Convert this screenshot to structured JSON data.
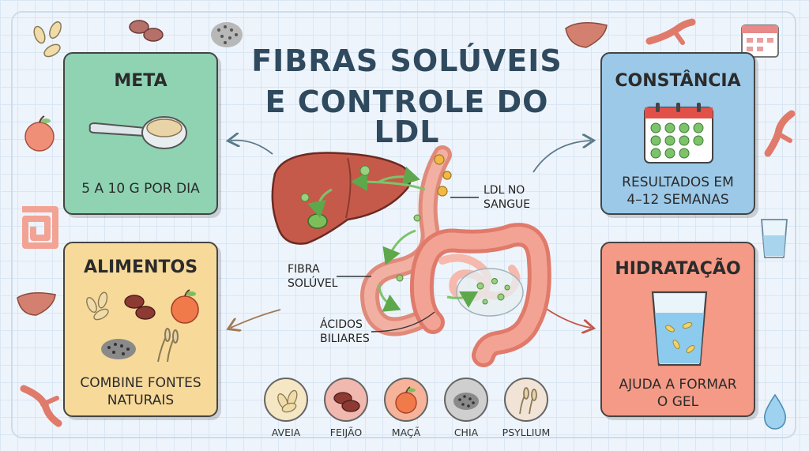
{
  "title": {
    "line1": "FIBRAS SOLÚVEIS",
    "line2": "E CONTROLE DO LDL"
  },
  "cards": {
    "meta": {
      "heading": "META",
      "text": "5 A 10 G POR DIA"
    },
    "alimentos": {
      "heading": "ALIMENTOS",
      "text1": "COMBINE FONTES",
      "text2": "NATURAIS"
    },
    "constancia": {
      "heading": "CONSTÂNCIA",
      "text1": "RESULTADOS EM",
      "text2": "4–12 SEMANAS"
    },
    "hidratacao": {
      "heading": "HIDRATAÇÃO",
      "text1": "AJUDA A FORMAR",
      "text2": "O GEL"
    }
  },
  "labels": {
    "ldl": {
      "line1": "LDL NO",
      "line2": "SANGUE"
    },
    "fibra": {
      "line1": "FIBRA",
      "line2": "SOLÚVEL"
    },
    "acidos": {
      "line1": "ÁCIDOS",
      "line2": "BILIARES"
    }
  },
  "foods": [
    {
      "name": "AVEIA",
      "color": "#f5e7c4"
    },
    {
      "name": "FEIJÃO",
      "color": "#f1b8b0"
    },
    {
      "name": "MAÇÃ",
      "color": "#f6b39a"
    },
    {
      "name": "CHIA",
      "color": "#cfcfcf"
    },
    {
      "name": "PSYLLIUM",
      "color": "#f1e4d6"
    }
  ],
  "colors": {
    "meta_card": "#8fd3b3",
    "alimentos_card": "#f7d99a",
    "constancia_card": "#9cc9e8",
    "hidratacao_card": "#f49a86",
    "title": "#2f4a5e",
    "fiber_arrow": "#7cc36a",
    "liver": "#c65a4a",
    "intestine": "#f2a394"
  }
}
